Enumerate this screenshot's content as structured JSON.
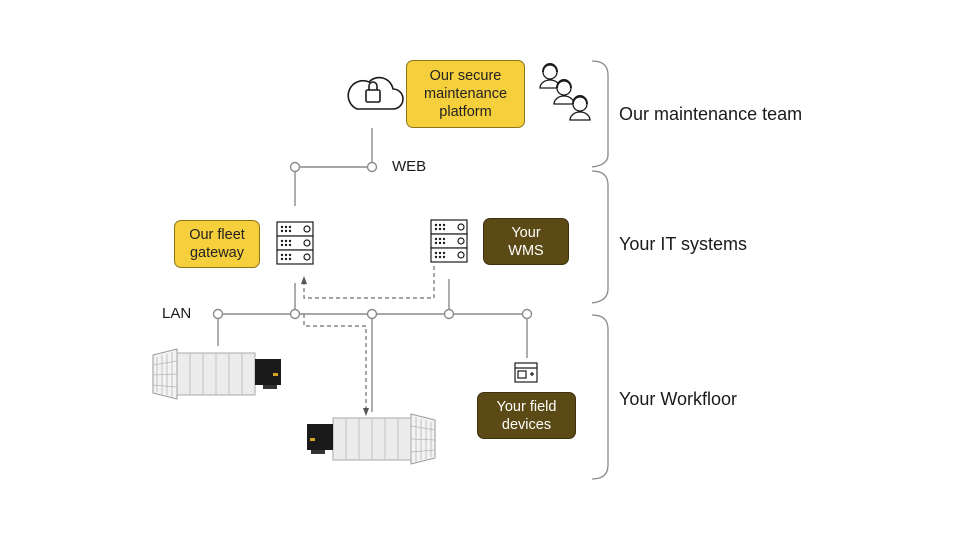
{
  "boxes": {
    "platform": "Our secure\nmaintenance\nplatform",
    "gateway": "Our fleet\ngateway",
    "wms": "Your\nWMS",
    "field_devices": "Your field\ndevices"
  },
  "labels": {
    "web": "WEB",
    "lan": "LAN"
  },
  "sections": {
    "maintenance": "Our maintenance team",
    "it": "Your IT systems",
    "workfloor": "Your Workfloor"
  },
  "colors": {
    "yellow": "#f6cf3c",
    "dark": "#5b4a15",
    "line": "#8a8a8a"
  },
  "icons": [
    "cloud-lock-icon",
    "support-team-icon",
    "server-icon",
    "field-device-icon",
    "robot-vehicle-icon"
  ]
}
